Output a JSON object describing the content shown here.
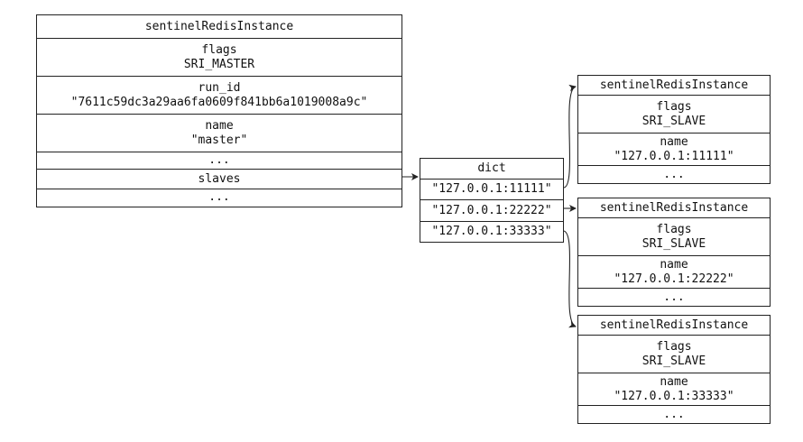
{
  "master": {
    "title": "sentinelRedisInstance",
    "flags_label": "flags",
    "flags_value": "SRI_MASTER",
    "run_id_label": "run_id",
    "run_id_value": "\"7611c59dc3a29aa6fa0609f841bb6a1019008a9c\"",
    "name_label": "name",
    "name_value": "\"master\"",
    "ellipsis_1": "...",
    "slaves_label": "slaves",
    "ellipsis_2": "..."
  },
  "dict": {
    "title": "dict",
    "keys": [
      "\"127.0.0.1:11111\"",
      "\"127.0.0.1:22222\"",
      "\"127.0.0.1:33333\""
    ]
  },
  "slaves": [
    {
      "title": "sentinelRedisInstance",
      "flags_label": "flags",
      "flags_value": "SRI_SLAVE",
      "name_label": "name",
      "name_value": "\"127.0.0.1:11111\"",
      "ellipsis": "..."
    },
    {
      "title": "sentinelRedisInstance",
      "flags_label": "flags",
      "flags_value": "SRI_SLAVE",
      "name_label": "name",
      "name_value": "\"127.0.0.1:22222\"",
      "ellipsis": "..."
    },
    {
      "title": "sentinelRedisInstance",
      "flags_label": "flags",
      "flags_value": "SRI_SLAVE",
      "name_label": "name",
      "name_value": "\"127.0.0.1:33333\"",
      "ellipsis": "..."
    }
  ]
}
